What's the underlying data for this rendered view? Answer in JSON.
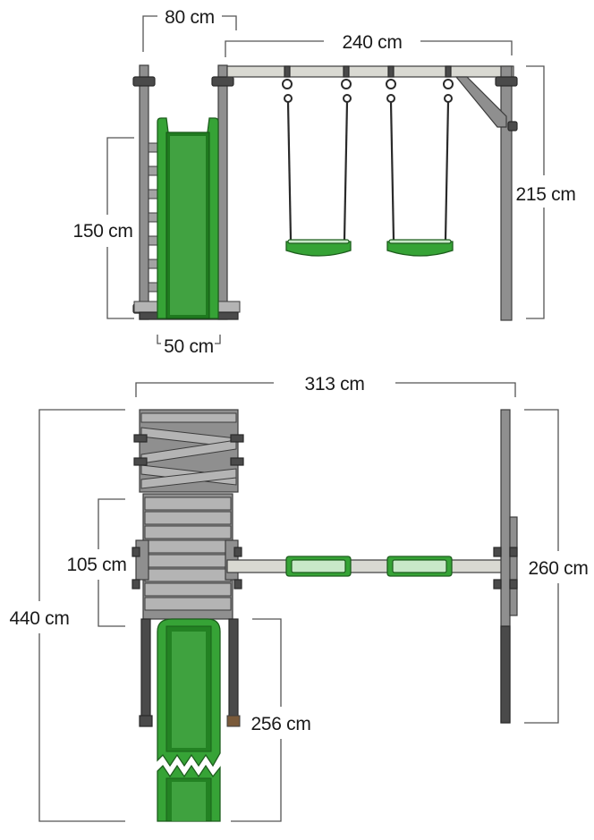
{
  "labels": {
    "tower_width": "80 cm",
    "swing_beam_length": "240 cm",
    "slide_height": "150 cm",
    "swing_height": "215 cm",
    "slide_width": "50 cm",
    "total_width": "313 cm",
    "platform_depth": "105 cm",
    "total_length": "440 cm",
    "swing_depth": "260 cm",
    "slide_length": "256 cm"
  },
  "colors": {
    "slide_green": "#36a336",
    "wood_gray": "#8f8f8f",
    "beam_light": "#d9d9d2"
  }
}
